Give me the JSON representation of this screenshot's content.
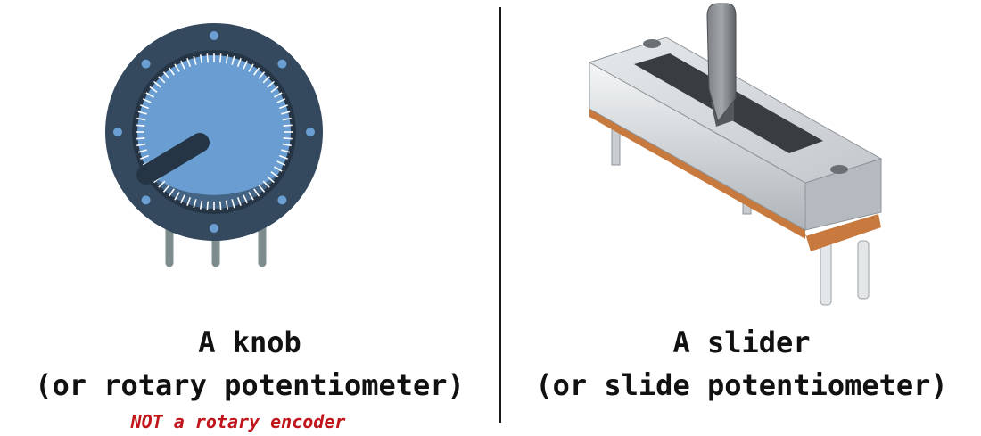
{
  "knob_section": {
    "title": "A knob",
    "subtitle": "(or rotary potentiometer)",
    "note": "NOT a rotary encoder"
  },
  "slider_section": {
    "title": "A slider",
    "subtitle": "(or slide potentiometer)"
  },
  "icons": {
    "knob": "rotary-potentiometer-icon",
    "slider": "slide-potentiometer-icon"
  },
  "colors": {
    "knob_outer_ring": "#34495e",
    "knob_face": "#6a9ed2",
    "knob_inner_shadow": "#253546",
    "knob_pins": "#7f8c8d",
    "slider_body": "#cfd4d8",
    "slider_base": "#c87a3e",
    "note_text": "#c0161b"
  }
}
